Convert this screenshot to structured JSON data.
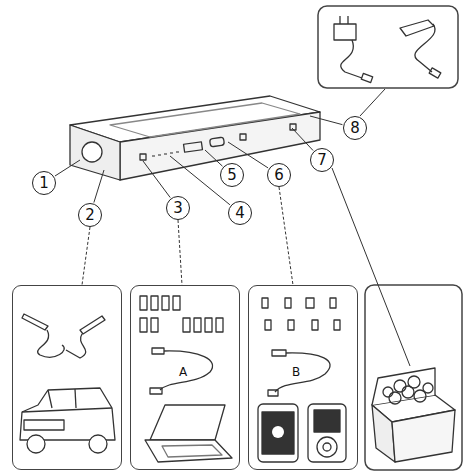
{
  "diagram": {
    "nodes": [
      {
        "text": [
          "1"
        ]
      },
      {
        "text": [
          "2"
        ]
      },
      {
        "text": [
          "3"
        ]
      },
      {
        "text": [
          "4"
        ]
      },
      {
        "text": [
          "5"
        ]
      },
      {
        "text": [
          "6"
        ]
      },
      {
        "text": [
          "7"
        ]
      },
      {
        "text": [
          "8"
        ]
      },
      {
        "text": [
          "电瓶夹子"
        ]
      },
      {
        "text": [
          "A"
        ]
      },
      {
        "text": [
          "B"
        ]
      }
    ],
    "edges": [
      {
        "from": 1,
        "to": 8,
        "arrow": "none"
      },
      {
        "from": 2,
        "to": 9,
        "arrow": "none"
      },
      {
        "from": 5,
        "to": 10,
        "arrow": "none"
      }
    ]
  }
}
